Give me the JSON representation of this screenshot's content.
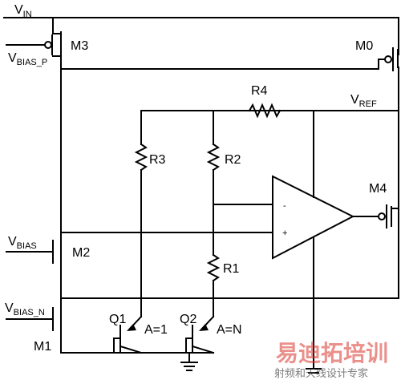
{
  "labels": {
    "vin": {
      "main": "V",
      "sub": "IN"
    },
    "vbias_p": {
      "main": "V",
      "sub": "BIAS_P"
    },
    "vbias": {
      "main": "V",
      "sub": "BIAS"
    },
    "vbias_n": {
      "main": "V",
      "sub": "BIAS_N"
    },
    "vref": {
      "main": "V",
      "sub": "REF"
    },
    "m0": "M0",
    "m1": "M1",
    "m2": "M2",
    "m3": "M3",
    "m4": "M4",
    "r1": "R1",
    "r2": "R2",
    "r3": "R3",
    "r4": "R4",
    "q1": "Q1",
    "q2": "Q2",
    "a1": "A=1",
    "an": "A=N",
    "opamp_minus": "-",
    "opamp_plus": "+"
  },
  "watermark": {
    "main": "易迪拓培训",
    "sub": "射频和天线设计专家"
  }
}
